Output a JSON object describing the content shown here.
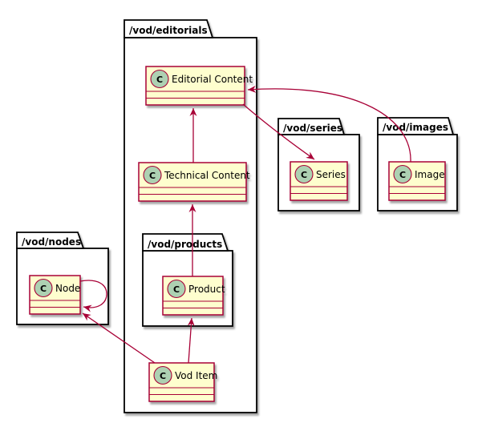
{
  "diagram_type": "uml-class-diagram",
  "icon_letter": "C",
  "colors": {
    "background": "#FFFFFF",
    "package_border": "#000000",
    "package_fill": "#FFFFFF",
    "class_fill": "#FEFECE",
    "class_border": "#A80036",
    "class_icon_fill": "#ADD1B2",
    "arrow": "#A80036",
    "text": "#000000"
  },
  "packages": [
    {
      "label": "/vod/editorials"
    },
    {
      "label": "/vod/series"
    },
    {
      "label": "/vod/images"
    },
    {
      "label": "/vod/nodes"
    },
    {
      "label": "/vod/products"
    }
  ],
  "classes": [
    {
      "name": "Editorial Content",
      "package": "/vod/editorials"
    },
    {
      "name": "Technical Content",
      "package": "/vod/editorials"
    },
    {
      "name": "Vod Item",
      "package": "/vod/editorials"
    },
    {
      "name": "Series",
      "package": "/vod/series"
    },
    {
      "name": "Image",
      "package": "/vod/images"
    },
    {
      "name": "Node",
      "package": "/vod/nodes"
    },
    {
      "name": "Product",
      "package": "/vod/products"
    }
  ],
  "relations": [
    {
      "from": "Technical Content",
      "to": "Editorial Content"
    },
    {
      "from": "Product",
      "to": "Technical Content"
    },
    {
      "from": "Editorial Content",
      "to": "Series"
    },
    {
      "from": "Image",
      "to": "Editorial Content"
    },
    {
      "from": "Node",
      "to": "Node"
    },
    {
      "from": "Vod Item",
      "to": "Node"
    },
    {
      "from": "Vod Item",
      "to": "Product"
    }
  ]
}
